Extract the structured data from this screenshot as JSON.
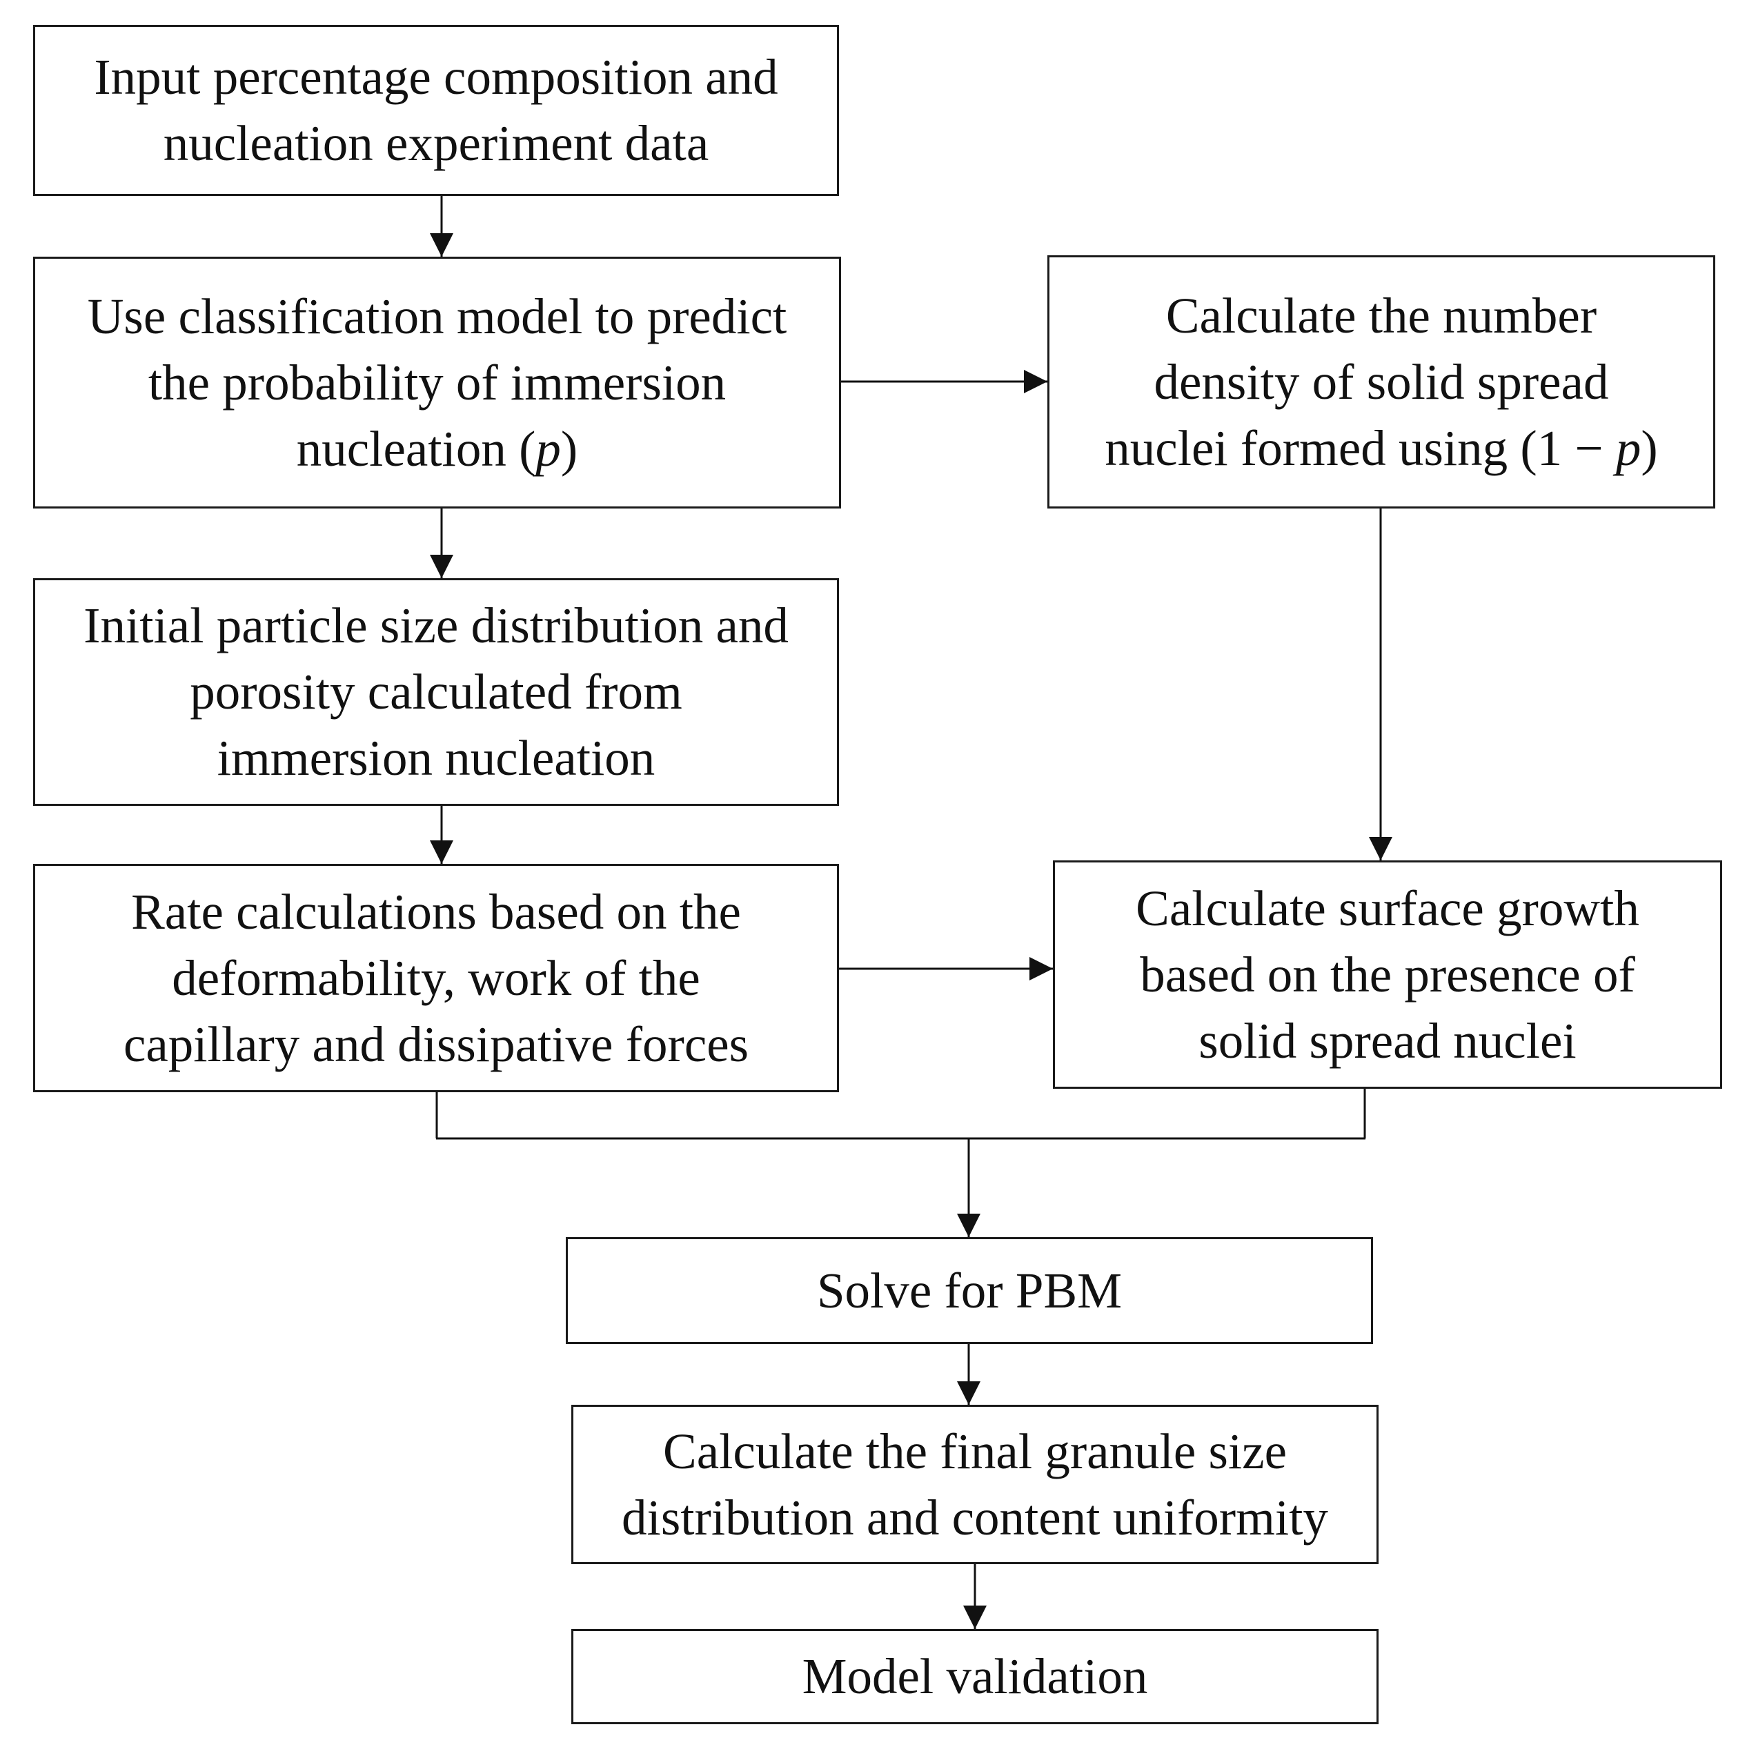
{
  "diagram": {
    "nodes": {
      "input": {
        "text": "Input percentage composition and\nnucleation experiment data"
      },
      "classify": {
        "text_before": "Use classification model to predict\nthe probability of immersion\nnucleation (",
        "var": "p",
        "text_after": ")"
      },
      "number_density": {
        "text_before": "Calculate the number\ndensity of solid spread\nnuclei formed using (1 − ",
        "var": "p",
        "text_after": ")"
      },
      "initial_psd": {
        "text": "Initial particle size distribution and\nporosity calculated from\nimmersion nucleation"
      },
      "rate_calc": {
        "text": "Rate calculations based on the\ndeformability, work of the\ncapillary and dissipative forces"
      },
      "surface_growth": {
        "text": "Calculate surface growth\nbased on the presence of\nsolid spread nuclei"
      },
      "solve_pbm": {
        "text": "Solve for PBM"
      },
      "final_gsd": {
        "text": "Calculate the final granule size\ndistribution and content uniformity"
      },
      "validation": {
        "text": "Model validation"
      }
    },
    "edges": [
      {
        "from": "input",
        "to": "classify"
      },
      {
        "from": "classify",
        "to": "number_density"
      },
      {
        "from": "classify",
        "to": "initial_psd"
      },
      {
        "from": "number_density",
        "to": "surface_growth"
      },
      {
        "from": "initial_psd",
        "to": "rate_calc"
      },
      {
        "from": "rate_calc",
        "to": "surface_growth"
      },
      {
        "from": "rate_calc",
        "to": "solve_pbm"
      },
      {
        "from": "surface_growth",
        "to": "solve_pbm"
      },
      {
        "from": "solve_pbm",
        "to": "final_gsd"
      },
      {
        "from": "final_gsd",
        "to": "validation"
      }
    ]
  }
}
